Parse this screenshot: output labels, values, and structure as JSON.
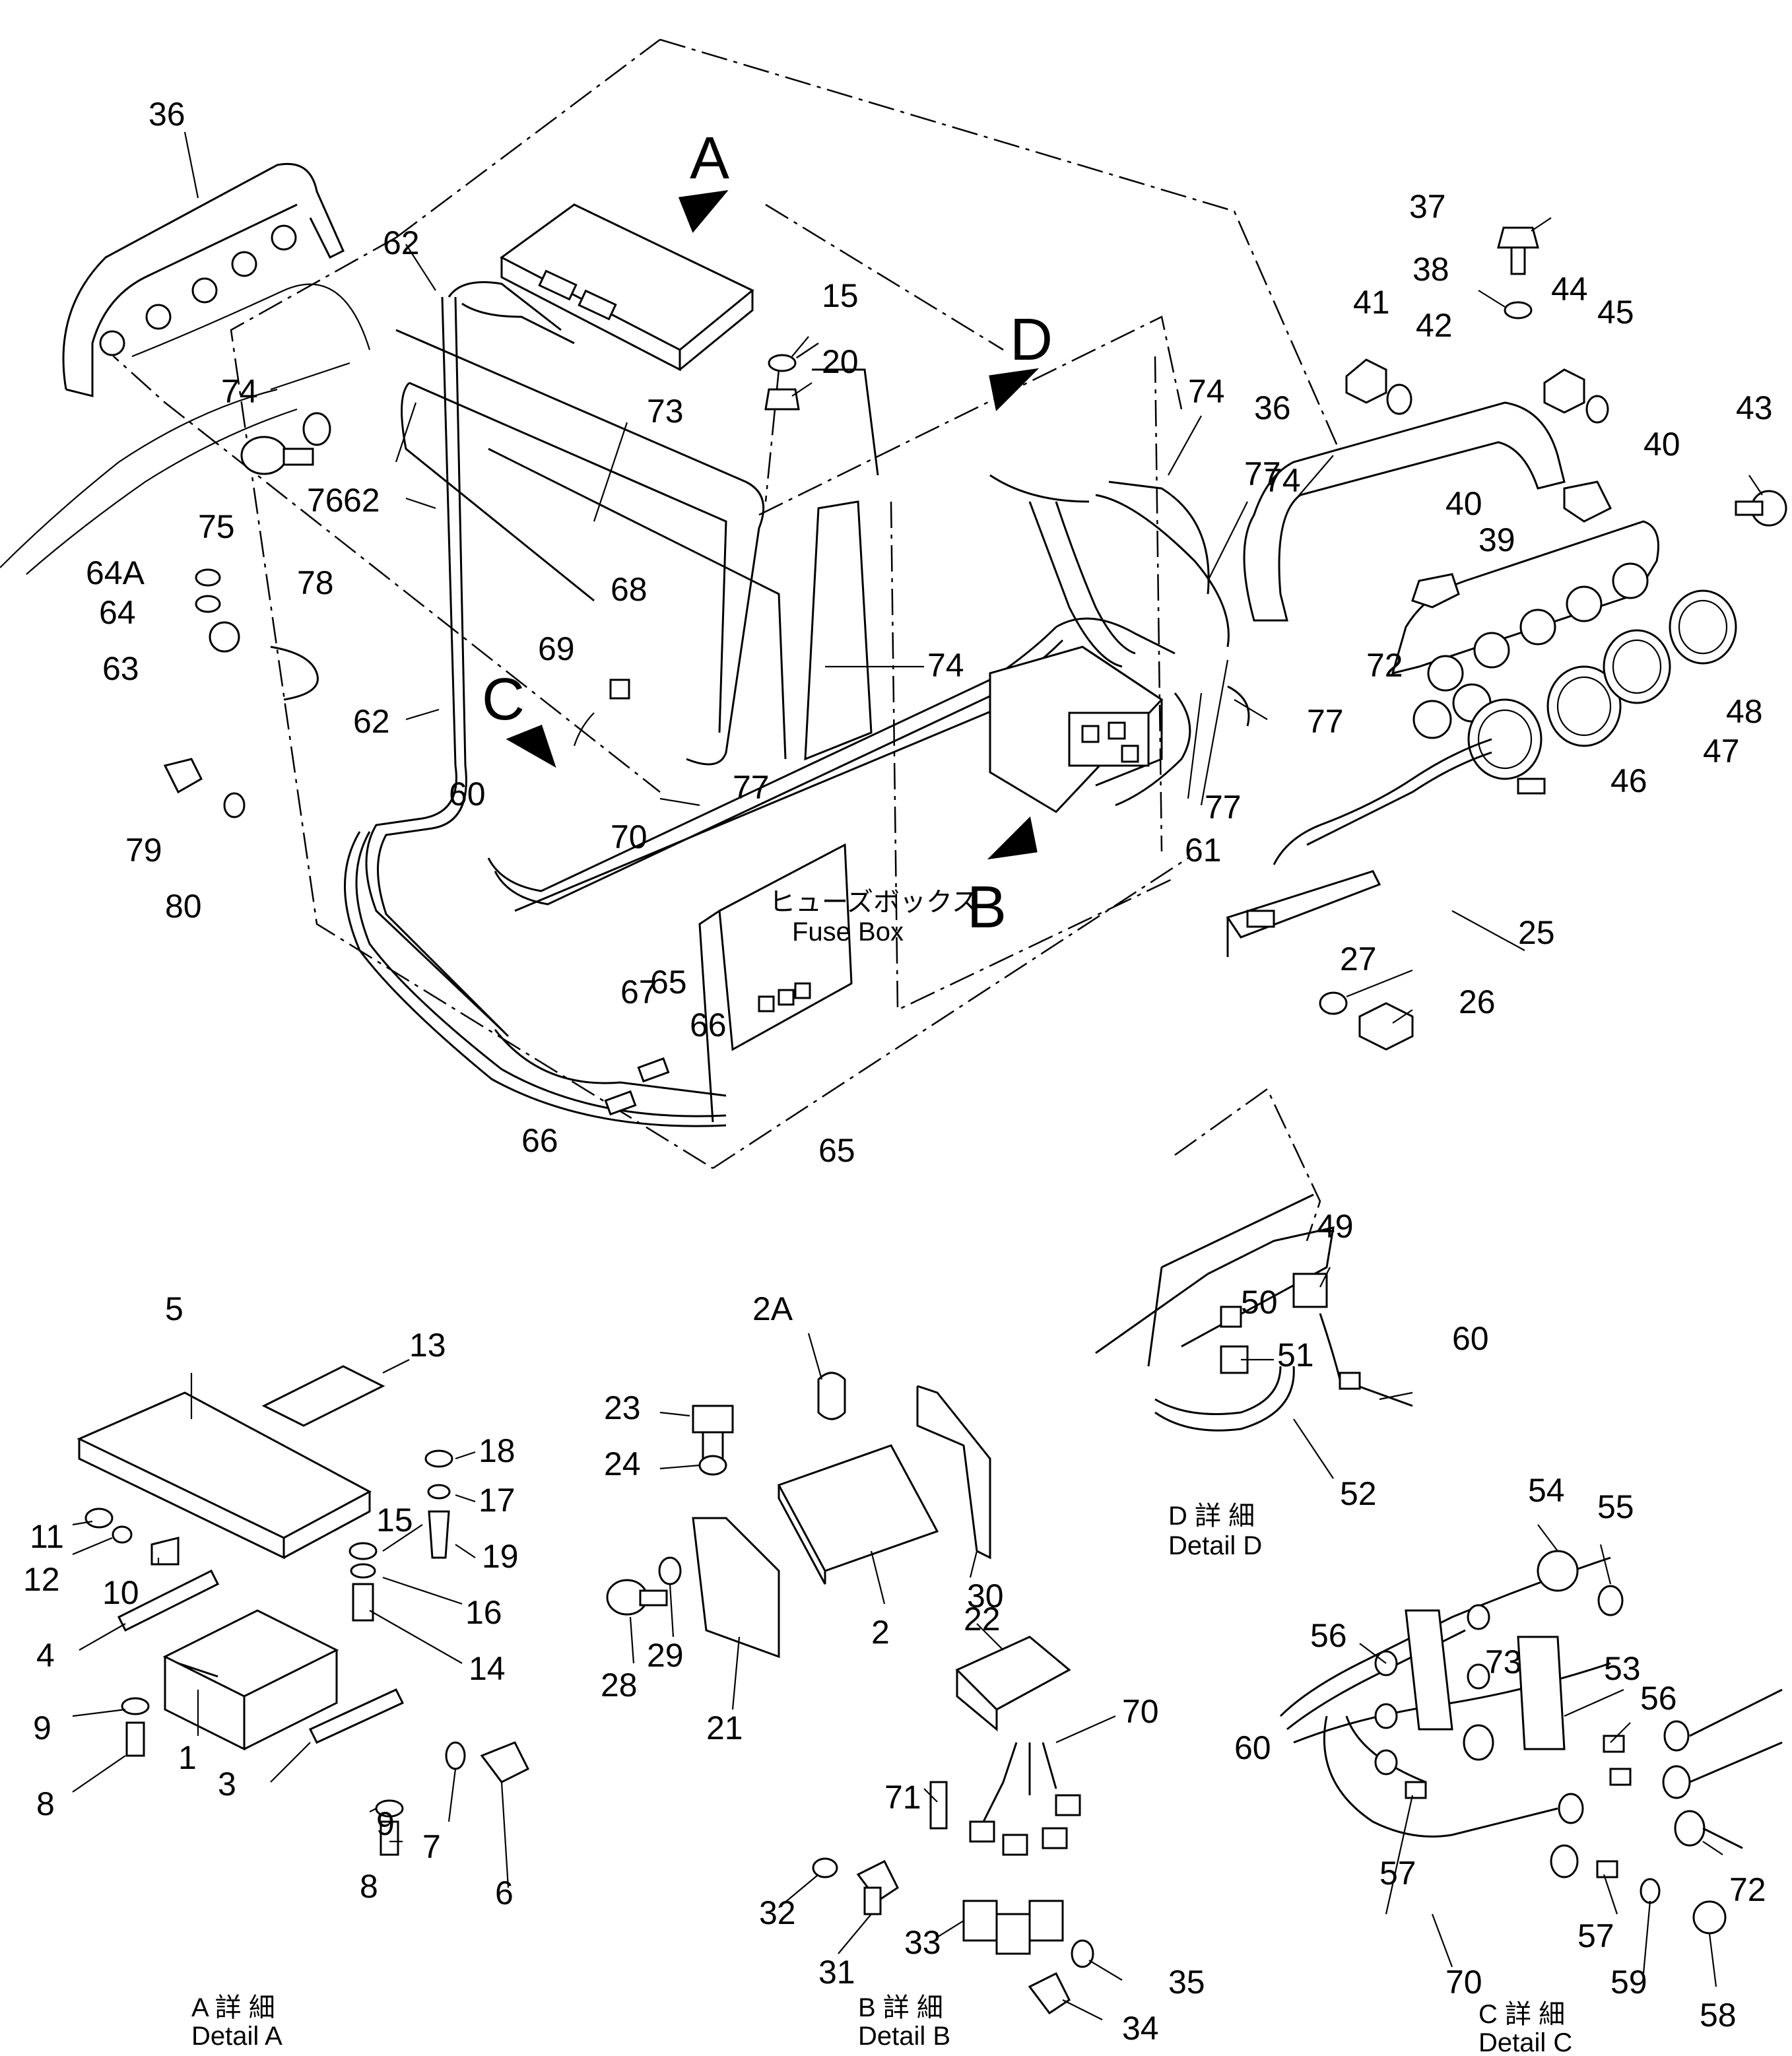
{
  "views": {
    "a": "A",
    "b": "B",
    "c": "C",
    "d": "D"
  },
  "fuse_box": {
    "label_jp": "ヒューズボックス",
    "label_en": "Fuse Box"
  },
  "details": {
    "a_jp": "A 詳 細",
    "a_en": "Detail A",
    "b_jp": "B 詳 細",
    "b_en": "Detail B",
    "c_jp": "C 詳 細",
    "c_en": "Detail C",
    "d_jp": "D 詳 細",
    "d_en": "Detail D"
  },
  "callouts": [
    "36",
    "62",
    "74",
    "75",
    "76",
    "62",
    "64A",
    "64",
    "63",
    "78",
    "79",
    "80",
    "62",
    "73",
    "68",
    "69",
    "60",
    "70",
    "77",
    "15",
    "20",
    "74",
    "74",
    "74",
    "77",
    "77",
    "77",
    "61",
    "65",
    "67",
    "66",
    "66",
    "65",
    "37",
    "38",
    "41",
    "42",
    "44",
    "45",
    "36",
    "40",
    "43",
    "40",
    "39",
    "72",
    "46",
    "47",
    "48",
    "25",
    "27",
    "26",
    "49",
    "50",
    "51",
    "60",
    "52",
    "5",
    "13",
    "18",
    "17",
    "15",
    "19",
    "16",
    "11",
    "12",
    "10",
    "4",
    "14",
    "9",
    "8",
    "1",
    "3",
    "9",
    "7",
    "6",
    "8",
    "2A",
    "23",
    "24",
    "28",
    "29",
    "21",
    "2",
    "22",
    "30",
    "70",
    "71",
    "32",
    "31",
    "33",
    "35",
    "34",
    "54",
    "55",
    "56",
    "73",
    "53",
    "56",
    "60",
    "57",
    "72",
    "57",
    "70",
    "59",
    "58"
  ]
}
